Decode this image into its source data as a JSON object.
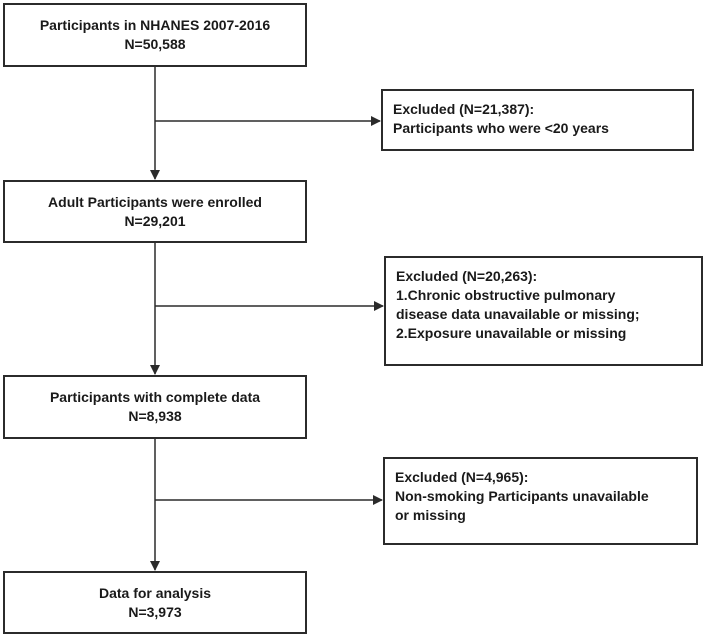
{
  "main_boxes": [
    {
      "line1": "Participants in NHANES 2007-2016",
      "line2": "N=50,588"
    },
    {
      "line1": "Adult Participants were enrolled",
      "line2": "N=29,201"
    },
    {
      "line1": "Participants with complete data",
      "line2": "N=8,938"
    },
    {
      "line1": "Data for analysis",
      "line2": "N=3,973"
    }
  ],
  "exclusion_boxes": [
    {
      "lines": [
        "Excluded (N=21,387):",
        "Participants who were <20 years"
      ]
    },
    {
      "lines": [
        "Excluded (N=20,263):",
        "1.Chronic obstructive pulmonary",
        "disease data unavailable or missing;",
        "2.Exposure unavailable or missing"
      ]
    },
    {
      "lines": [
        "Excluded (N=4,965):",
        "Non-smoking Participants unavailable",
        "or missing"
      ]
    }
  ],
  "colors": {
    "line": "#2b2b2b",
    "border": "#2b2b2b",
    "text": "#1a1a1a",
    "background": "#ffffff"
  }
}
